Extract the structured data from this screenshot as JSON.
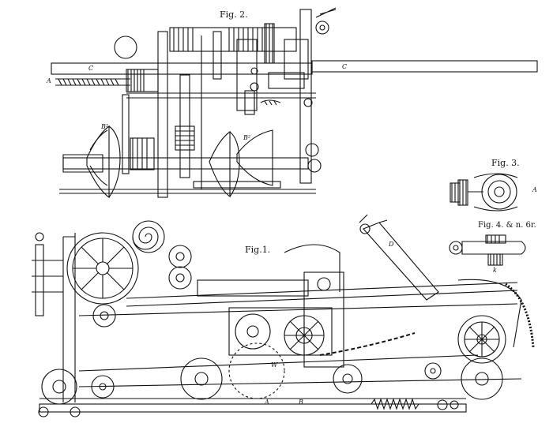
{
  "figures": {
    "fig1": "Fig.1.",
    "fig2": "Fig. 2.",
    "fig3": "Fig. 3.",
    "fig4": "Fig. 4. & n. 6r."
  },
  "letters": {
    "A_fig2": "A",
    "C_left": "C",
    "C_right": "C",
    "B2_left": "B²",
    "B2_right": "B²",
    "A_fig3": "A",
    "k_fig4": "k",
    "D": "D",
    "W": "W",
    "A_bottom": "A",
    "B_bottom": "B"
  },
  "colors": {
    "ink": "#111111",
    "paper": "#ffffff"
  }
}
